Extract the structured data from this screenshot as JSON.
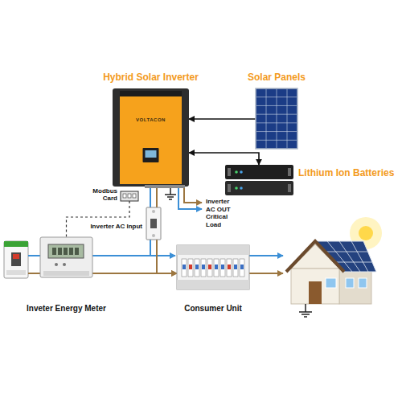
{
  "diagram": {
    "nodes": [
      {
        "text": [
          "Hybrid Solar Inverter",
          "VOLTACON"
        ]
      },
      {
        "text": [
          "Solar Panels"
        ]
      },
      {
        "text": [
          "Lithium Ion Batteries"
        ]
      },
      {
        "text": [
          "Modbus Card"
        ]
      },
      {
        "text": [
          "Inverter AC Input"
        ]
      },
      {
        "text": [
          "Inveter Energy Meter"
        ]
      },
      {
        "text": [
          "Consumer Unit"
        ]
      }
    ],
    "edges": [
      {
        "from": 1,
        "to": 0,
        "arrow": "to"
      },
      {
        "from": 0,
        "to": 2,
        "arrow": "both"
      },
      {
        "from": 0,
        "to": 4,
        "arrow": "none"
      },
      {
        "from": 3,
        "to": 5,
        "arrow": "none"
      },
      {
        "from": 4,
        "to": 6,
        "arrow": "to"
      },
      {
        "from": 5,
        "to": 6,
        "arrow": "to"
      }
    ],
    "labels": [
      "Inverter AC OUT Critical Load"
    ]
  }
}
